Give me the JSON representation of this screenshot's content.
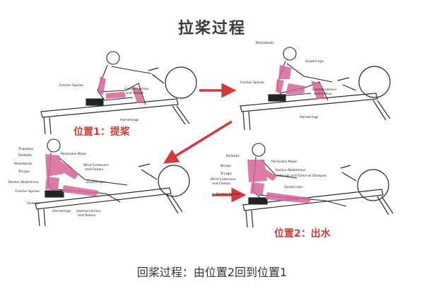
{
  "title": "拉桨过程",
  "captions": {
    "position1": "位置1：提桨",
    "position2": "位置2：出水"
  },
  "footer": "回桨过程：由位置2回到位置1",
  "labels": {
    "p1": {
      "erector_spinae": "Erector Spinae",
      "gastrocnemius": "Gastrocnemius",
      "and_soleus": "and Soleus",
      "hamstrings": "Hamstrings"
    },
    "p2": {
      "rhomboids": "Rhomboids",
      "quadriceps": "Quadriceps",
      "erector_spinae": "Erector Spinae",
      "gastrocnemius": "Gastrocnemius",
      "and_soleus": "and Soleus",
      "hamstrings": "Hamstrings"
    },
    "p3": {
      "trapezius": "Trapezius",
      "deltoids": "Deltoids",
      "rhomboids": "Rhomboids",
      "triceps": "Triceps",
      "rectus_abdominus": "Rectus Abdominus",
      "erector_spinae": "Erector Spinae",
      "gluteus": "Gluteus",
      "pectoralis_major": "Pectoralis Major",
      "wrist_extensors": "Wrist Extensors",
      "and_flexors": "and Flexors",
      "quadriceps": "Quadriceps",
      "hamstrings": "Hamstrings",
      "gastrocnemius": "Gastrocnemius",
      "and_soleus": "and Soleus"
    },
    "p4": {
      "deltoids": "Deltoids",
      "biceps": "Biceps",
      "triceps": "Triceps",
      "wrist_extensors": "Wrist Extensors",
      "and_flexors": "and Flexors",
      "erector_spinae": "Erector Spinae",
      "pectoralis_major": "Pectoralis Major",
      "rectus_abdominus": "Rectus Abdominus",
      "obliques": "Internal and External Obliques",
      "quadriceps": "Quadriceps"
    }
  },
  "colors": {
    "muscle": "#d6649a",
    "arrow": "#d43a3a",
    "outline": "#2a2a2a"
  }
}
